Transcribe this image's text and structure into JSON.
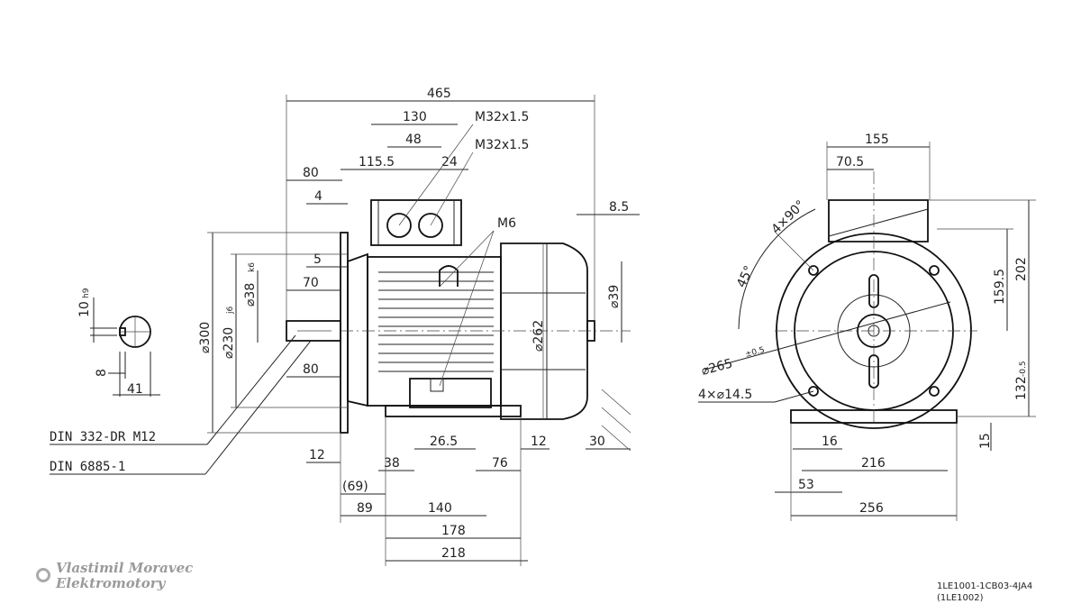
{
  "drawing": {
    "side_view": {
      "overall_length": "465",
      "terminal_box_span": "130",
      "gland_1": "M32x1.5",
      "gland_2": "M32x1.5",
      "gland_spacing": "48",
      "box_offset": "115.5",
      "gland_offset": "24",
      "shaft_region": "80",
      "shoulder_4": "4",
      "fan_cover_gap": "8.5",
      "earth_screw": "M6",
      "flange_thk": "5",
      "shaft_dia": "⌀38",
      "shaft_dia_tol": "k6",
      "shaft_length": "70",
      "flange_dia": "⌀300",
      "spigot_dia": "⌀230",
      "spigot_tol": "j6",
      "body_dia": "⌀262",
      "fan_hub_dia": "⌀39",
      "shaft_end": "80",
      "centre_tap": "DIN 332-DR M12",
      "key_std": "DIN 6885-1",
      "dim_12a": "12",
      "dim_38": "38",
      "dim_265": "26.5",
      "dim_76": "76",
      "dim_12b": "12",
      "dim_30": "30",
      "dim_69": "(69)",
      "dim_89": "89",
      "dim_140": "140",
      "dim_178": "178",
      "dim_218": "218"
    },
    "key_detail": {
      "key_width": "10",
      "key_tol": "h9",
      "key_depth": "8",
      "key_dim": "41"
    },
    "front_view": {
      "width_155": "155",
      "width_70_5": "70.5",
      "angle_4x90": "4×90°",
      "angle_45": "45°",
      "height_202": "202",
      "height_159_5": "159.5",
      "pcd": "⌀265",
      "pcd_tol": "±0.5",
      "holes": "4×⌀14.5",
      "shaft_height": "132",
      "shaft_height_tol": "-0.5",
      "foot_15": "15",
      "foot_16": "16",
      "foot_216": "216",
      "foot_53": "53",
      "foot_256": "256"
    },
    "model": {
      "line1": "1LE1001-1CB03-4JA4",
      "line2": "(1LE1002)"
    },
    "brand": {
      "line1": "Vlastimil Moravec",
      "line2": "Elektromotory"
    }
  }
}
